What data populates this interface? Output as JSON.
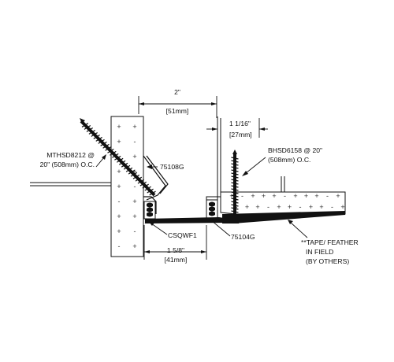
{
  "dimensions": {
    "top_width": {
      "imperial": "2\"",
      "metric": "[51mm]"
    },
    "right_offset": {
      "imperial": "1 1/16\"",
      "metric": "[27mm]"
    },
    "bottom_width": {
      "imperial": "1 5/8\"",
      "metric": "[41mm]"
    }
  },
  "callouts": {
    "left_screw": {
      "line1": "MTHSD8212 @",
      "line2": "20\" (508mm) O.C."
    },
    "left_bracket": "75108G",
    "right_screw": {
      "line1": "BHSD6158 @ 20\"",
      "line2": "(508mm) O.C."
    },
    "seal_cover": "CSQWF1",
    "right_trim": "75104G",
    "finish_note": {
      "line1": "**TAPE/ FEATHER",
      "line2": "IN FIELD",
      "line3": "(BY OTHERS)"
    }
  },
  "symbols": {
    "board_mark_plus": "+",
    "board_mark_dash": "-"
  },
  "colors": {
    "line": "#111111",
    "fill_dark": "#111111",
    "background": "#ffffff"
  }
}
